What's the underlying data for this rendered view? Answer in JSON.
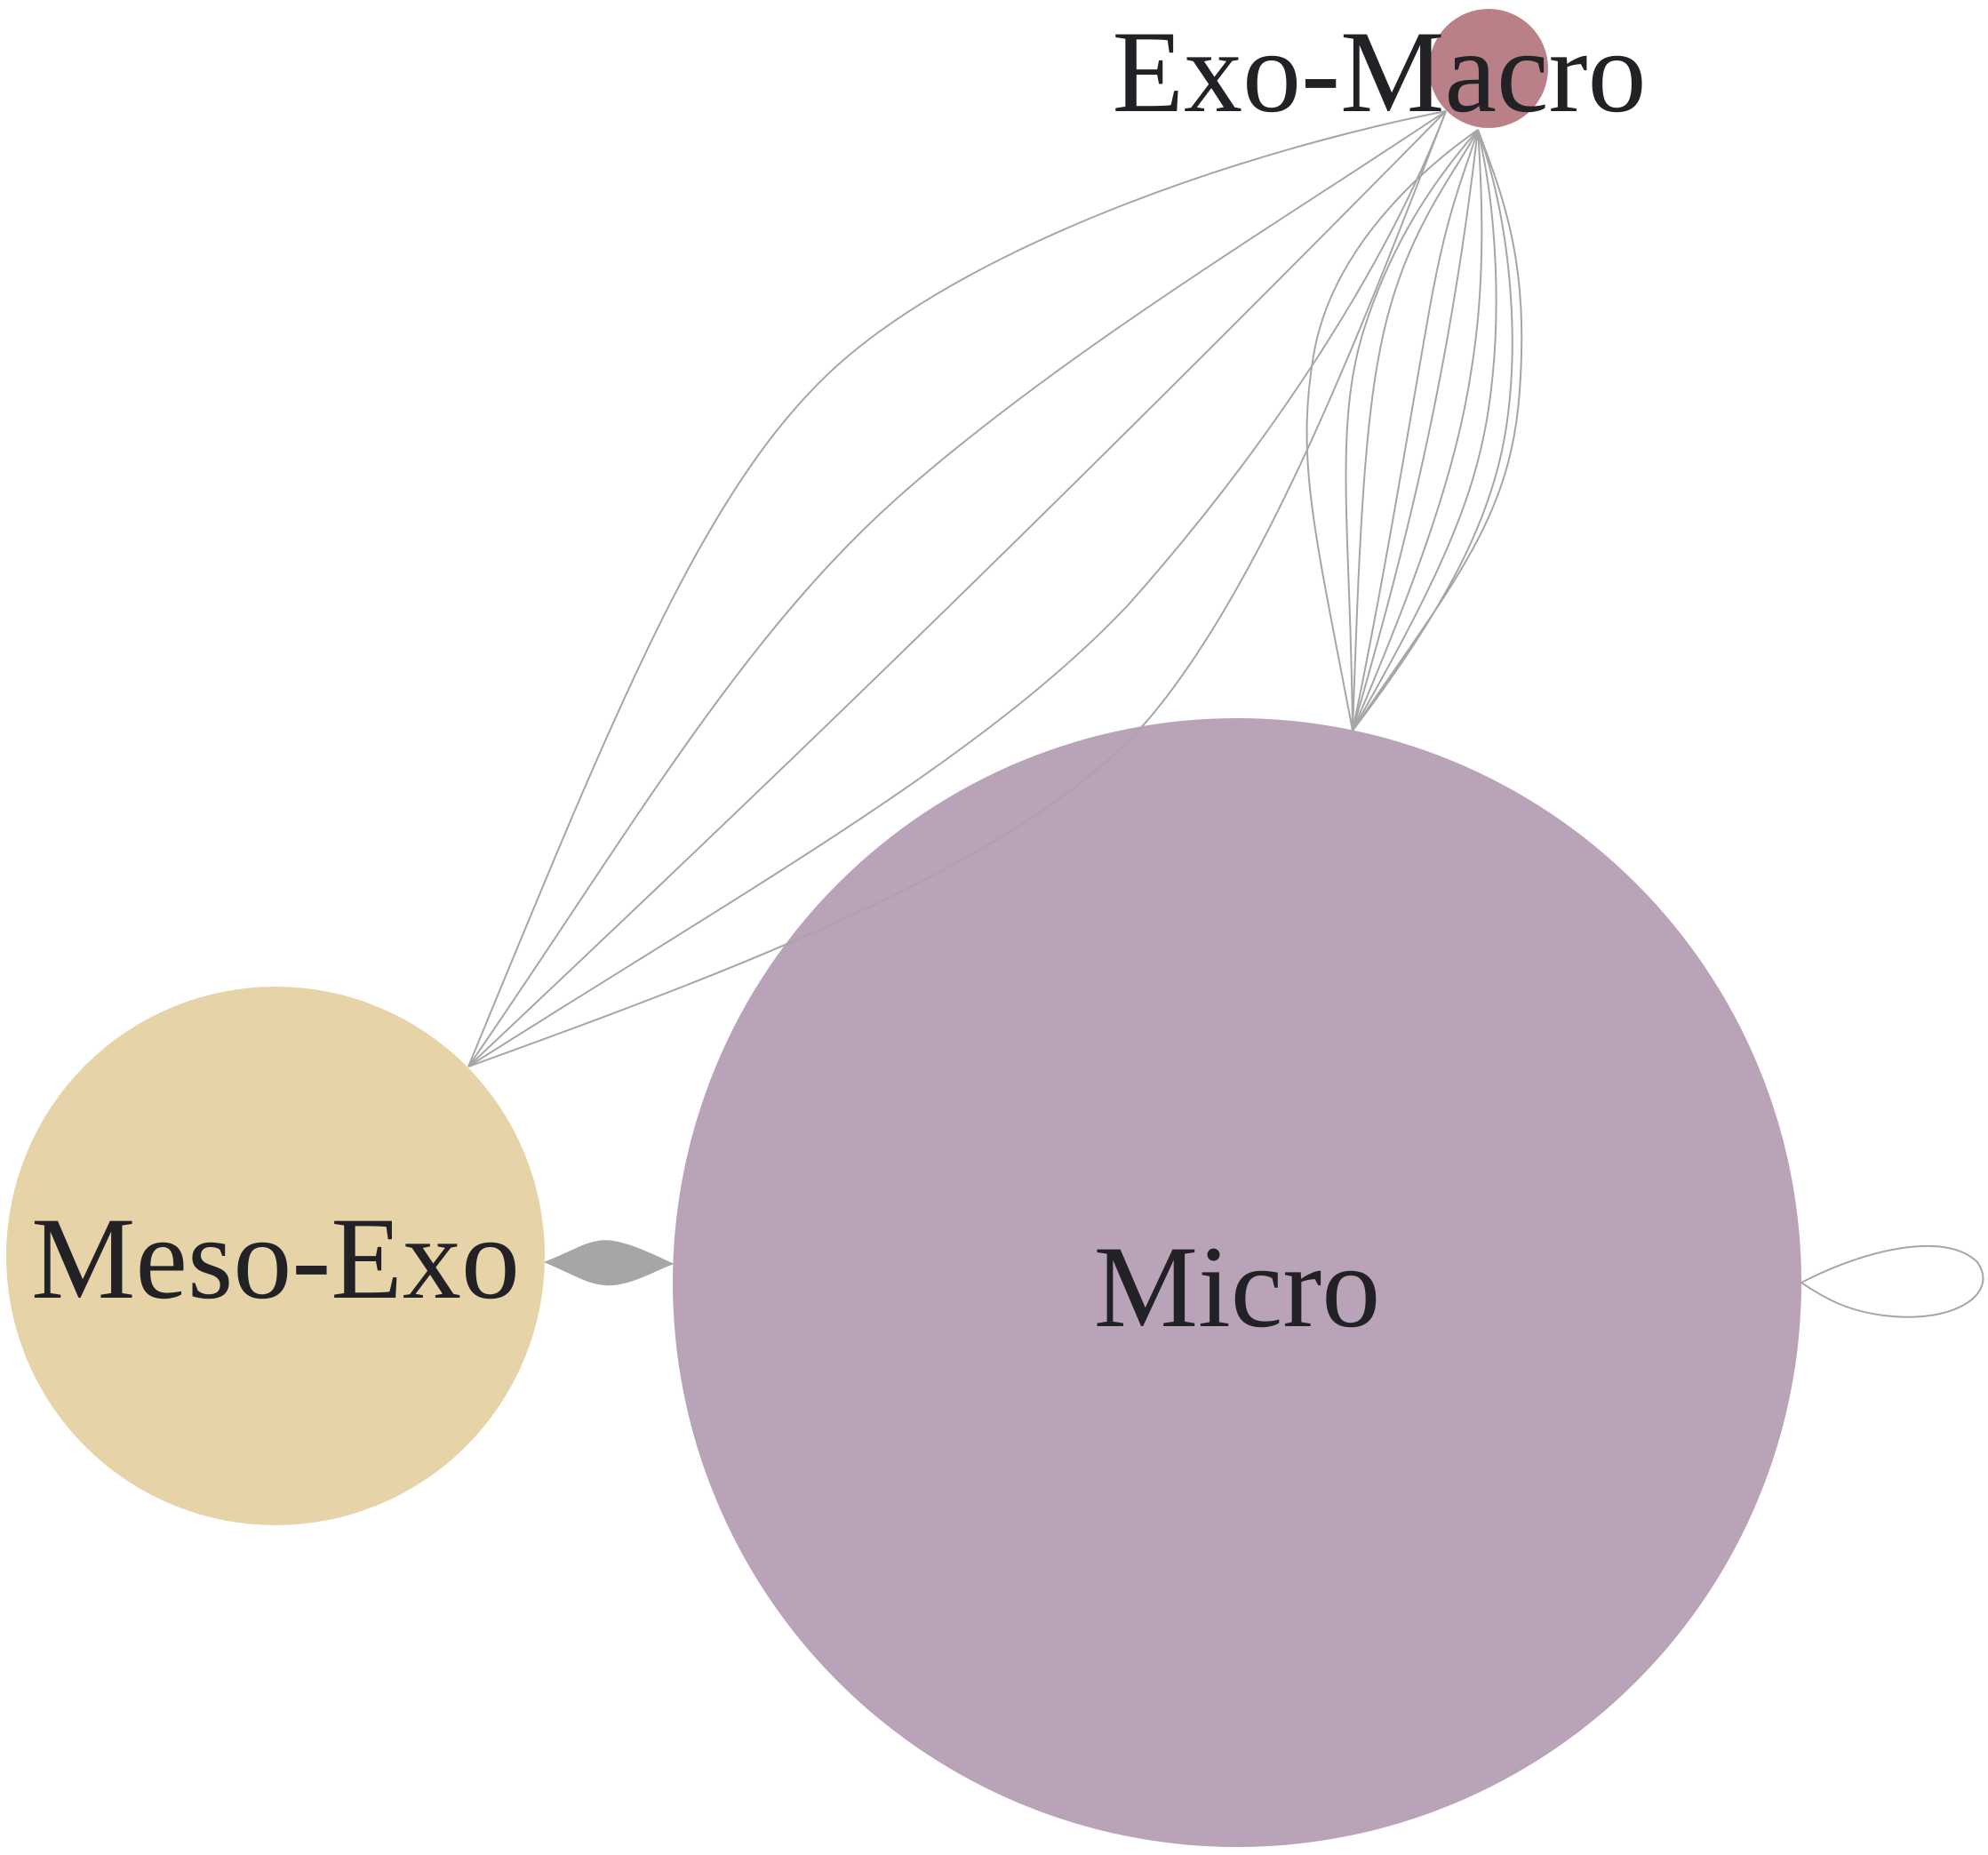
{
  "diagram": {
    "nodes": [
      {
        "id": "exo-macro",
        "label": "Exo-Macro",
        "color": "#b98088"
      },
      {
        "id": "meso-exo",
        "label": "Meso-Exo",
        "color": "#e6d3a8"
      },
      {
        "id": "micro",
        "label": "Micro",
        "color": "#b9a3b9"
      }
    ],
    "edges": [
      {
        "source": "meso-exo",
        "target": "exo-macro",
        "count": 5
      },
      {
        "source": "micro",
        "target": "exo-macro",
        "count": 9
      },
      {
        "source": "meso-exo",
        "target": "micro",
        "count": 1,
        "weight": "thick"
      },
      {
        "source": "micro",
        "target": "micro",
        "count": 1,
        "type": "self-loop"
      }
    ],
    "edge_color": "#a6a6a6"
  }
}
